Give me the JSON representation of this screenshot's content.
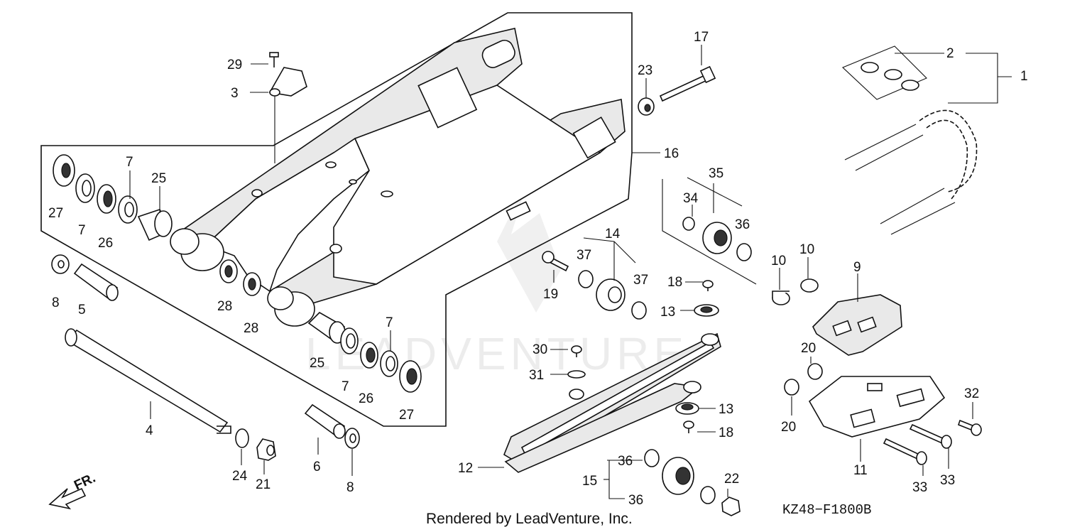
{
  "diagram": {
    "callouts": [
      "1",
      "2",
      "3",
      "4",
      "5",
      "6",
      "7",
      "8",
      "9",
      "10",
      "11",
      "12",
      "13",
      "14",
      "15",
      "16",
      "17",
      "18",
      "19",
      "20",
      "21",
      "22",
      "23",
      "24",
      "25",
      "26",
      "27",
      "28",
      "29",
      "30",
      "31",
      "32",
      "33",
      "34",
      "35",
      "36",
      "37"
    ],
    "front_marker": "FR.",
    "watermark": "LEADVENTURE",
    "credit": "Rendered by LeadVenture, Inc.",
    "diagram_code": "KZ48−F1800B"
  }
}
